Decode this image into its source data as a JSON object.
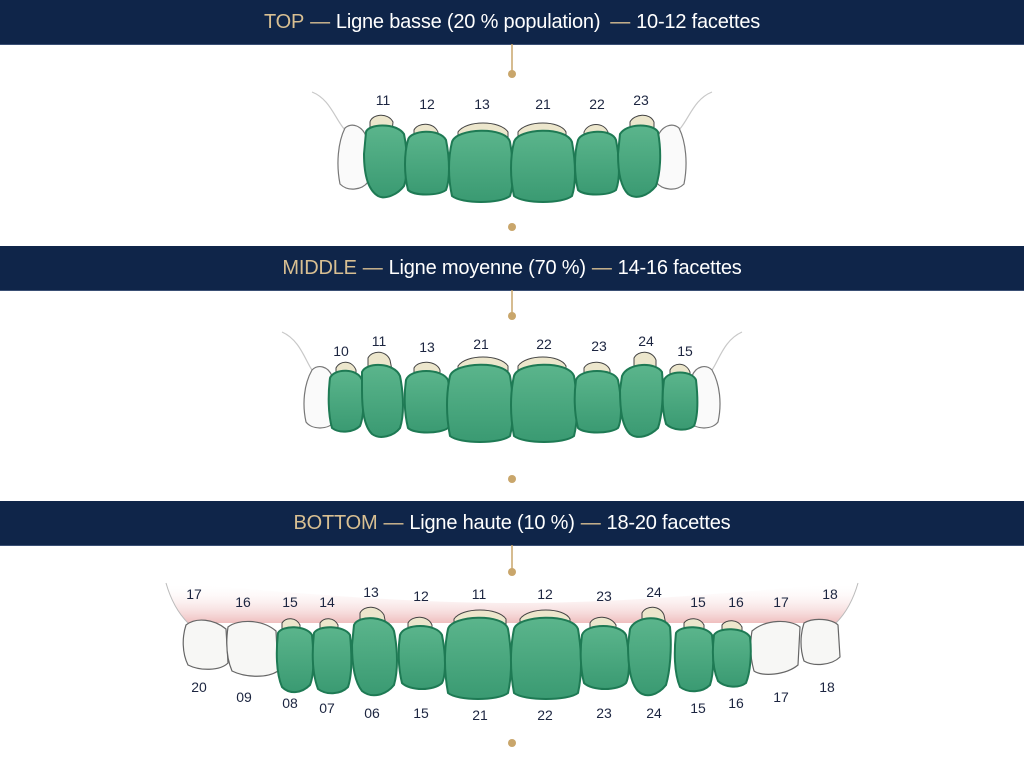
{
  "colors": {
    "banner_bg": "#0f2549",
    "keyword": "#d8bf92",
    "gold_line": "#c9a66b",
    "veneer_fill": "#3fa07a",
    "veneer_light": "#6cbf98",
    "veneer_edge": "#1e7a54",
    "natural_tooth": "#f7f7f5",
    "incisal_cream": "#ece6cc",
    "gum_pink": "#f0c4c4",
    "label_text": "#1c2540"
  },
  "sections": [
    {
      "id": "top",
      "keyword": "TOP",
      "separator": "—",
      "description": "Ligne basse (20 % population)",
      "separator2": "—",
      "count": "10-12 facettes",
      "upper_labels": [
        "11",
        "12",
        "13",
        "21",
        "22",
        "23"
      ],
      "lower_labels": []
    },
    {
      "id": "middle",
      "keyword": "MIDDLE",
      "separator": "—",
      "description": "Ligne moyenne (70 %)",
      "separator2": "—",
      "count": "14-16 facettes",
      "upper_labels": [
        "10",
        "11",
        "13",
        "21",
        "22",
        "23",
        "24",
        "15"
      ],
      "lower_labels": []
    },
    {
      "id": "bottom",
      "keyword": "BOTTOM",
      "separator": "—",
      "description": "Ligne haute (10 %)",
      "separator2": "—",
      "count": "18-20 facettes",
      "upper_labels": [
        "17",
        "16",
        "15",
        "14",
        "13",
        "12",
        "11",
        "12",
        "23",
        "24",
        "15",
        "16",
        "17",
        "18"
      ],
      "lower_labels": [
        "20",
        "09",
        "08",
        "07",
        "06",
        "15",
        "21",
        "22",
        "23",
        "24",
        "15",
        "16",
        "17",
        "18"
      ]
    }
  ]
}
